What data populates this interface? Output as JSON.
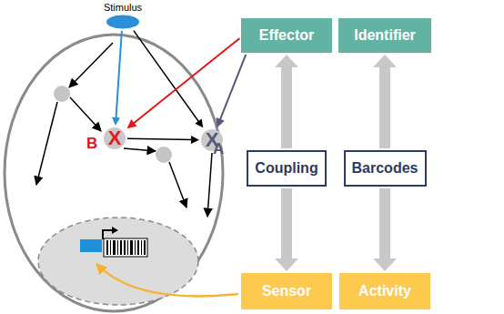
{
  "diagram": {
    "nodes": [
      {
        "text": [
          "Stimulus"
        ]
      },
      {
        "text": [
          "Effector"
        ]
      },
      {
        "text": [
          "Identifier"
        ]
      },
      {
        "text": [
          "X",
          "B"
        ]
      },
      {
        "text": [
          "X",
          "A"
        ]
      },
      {
        "text": [
          "Coupling"
        ]
      },
      {
        "text": [
          "Barcodes"
        ]
      },
      {
        "text": [
          "Sensor"
        ]
      },
      {
        "text": [
          "Activity"
        ]
      }
    ],
    "edges": [
      {
        "from": 0,
        "to": 3,
        "arrow": "to"
      },
      {
        "from": 0,
        "to": 4,
        "arrow": "to"
      },
      {
        "from": 3,
        "to": 4,
        "arrow": "to"
      },
      {
        "from": 1,
        "to": 3,
        "arrow": "to"
      },
      {
        "from": 1,
        "to": 4,
        "arrow": "to"
      },
      {
        "from": 5,
        "to": 1,
        "arrow": "to"
      },
      {
        "from": 5,
        "to": 7,
        "arrow": "to"
      },
      {
        "from": 6,
        "to": 2,
        "arrow": "to"
      },
      {
        "from": 6,
        "to": 8,
        "arrow": "to"
      }
    ]
  }
}
